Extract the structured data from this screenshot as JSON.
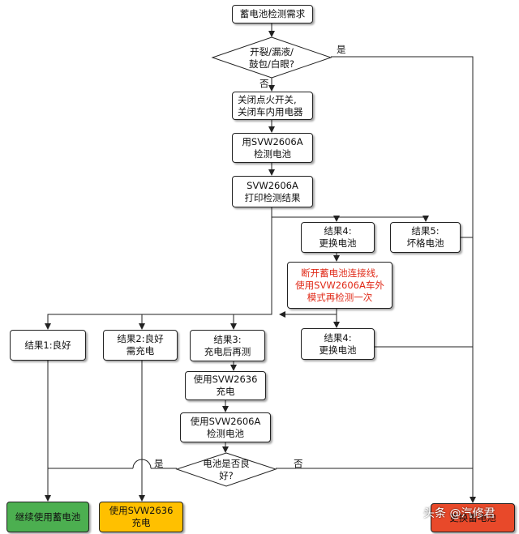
{
  "nodes": {
    "start": [
      "蓄电池检测需求"
    ],
    "decision_damage": [
      "开裂/漏液/",
      "鼓包/白眼?"
    ],
    "turn_off": [
      "关闭点火开关,",
      "关闭车内用电器"
    ],
    "test1": [
      "用SVW2606A",
      "检测电池"
    ],
    "print": [
      "SVW2606A",
      "打印检测结果"
    ],
    "result4_top": [
      "结果4:",
      "更换电池"
    ],
    "result5": [
      "结果5:",
      "坏格电池"
    ],
    "disconnect": [
      "断开蓄电池连接线,",
      "使用SVW2606A车外",
      "模式再检测一次"
    ],
    "result1": [
      "结果1:良好"
    ],
    "result2": [
      "结果2:良好",
      "需充电"
    ],
    "result3": [
      "结果3:",
      "充电后再测"
    ],
    "result4_bottom": [
      "结果4:",
      "更换电池"
    ],
    "charge": [
      "使用SVW2636",
      "充电"
    ],
    "test2": [
      "使用SVW2606A",
      "检测电池"
    ],
    "decision_good": [
      "电池是否良",
      "好?"
    ],
    "continue_use": [
      "继续使用蓄电池"
    ],
    "charge_final": [
      "使用SVW2636",
      "充电"
    ],
    "replace_final": [
      "更换蓄电池"
    ]
  },
  "labels": {
    "damage_yes": "是",
    "damage_no": "否",
    "good_yes": "是",
    "good_no": "否"
  },
  "watermark": "头条 @汽修君",
  "colors": {
    "green": "#4caf50",
    "orange": "#ffc000",
    "red": "#e8492a",
    "red_text": "#e02a18"
  }
}
